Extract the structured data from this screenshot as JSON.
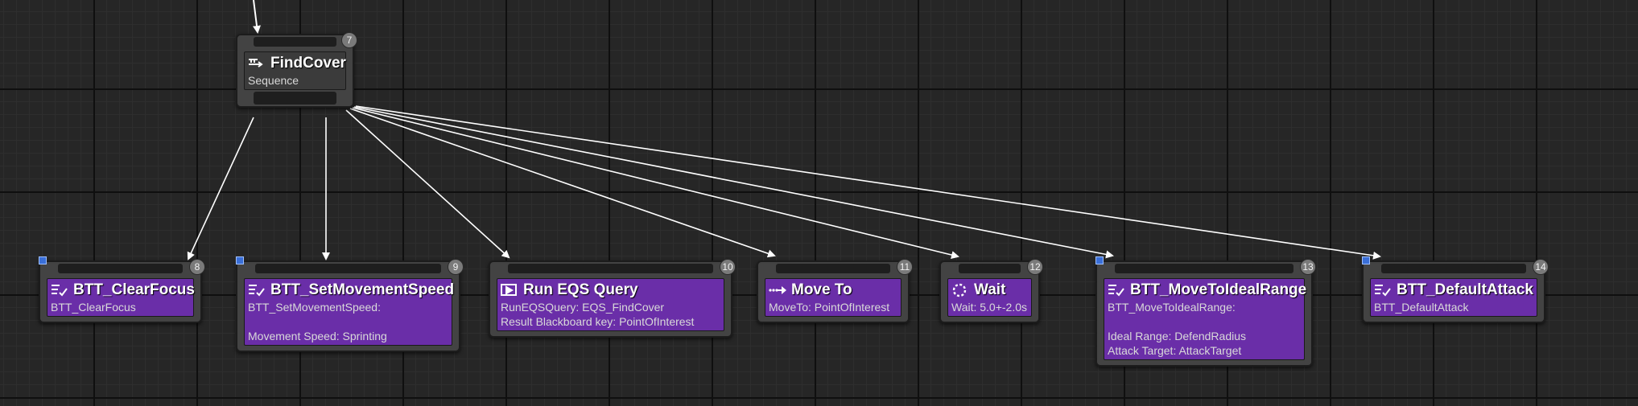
{
  "graph": {
    "root": {
      "title": "FindCover",
      "subtitle": "Sequence",
      "index": "7",
      "icon": "sequence-icon"
    },
    "tasks": [
      {
        "id": "clear-focus",
        "title": "BTT_ClearFocus",
        "lines": "BTT_ClearFocus",
        "index": "8",
        "icon": "blueprint-task-icon"
      },
      {
        "id": "set-movement-speed",
        "title": "BTT_SetMovementSpeed",
        "lines": "BTT_SetMovementSpeed:\n\nMovement Speed: Sprinting",
        "index": "9",
        "icon": "blueprint-task-icon"
      },
      {
        "id": "run-eqs-query",
        "title": "Run EQS Query",
        "lines": "RunEQSQuery: EQS_FindCover\nResult Blackboard key: PointOfInterest",
        "index": "10",
        "icon": "eqs-query-icon"
      },
      {
        "id": "move-to",
        "title": "Move To",
        "lines": "MoveTo: PointOfInterest",
        "index": "11",
        "icon": "move-to-icon"
      },
      {
        "id": "wait",
        "title": "Wait",
        "lines": "Wait: 5.0+-2.0s",
        "index": "12",
        "icon": "wait-icon"
      },
      {
        "id": "move-to-ideal-range",
        "title": "BTT_MoveToIdealRange",
        "lines": "BTT_MoveToIdealRange:\n\nIdeal Range: DefendRadius\nAttack Target: AttackTarget",
        "index": "13",
        "icon": "blueprint-task-icon"
      },
      {
        "id": "default-attack",
        "title": "BTT_DefaultAttack",
        "lines": "BTT_DefaultAttack",
        "index": "14",
        "icon": "blueprint-task-icon"
      }
    ]
  },
  "colors": {
    "task_fill": "#6a2ea8",
    "node_frame": "#434343",
    "wire": "#ffffff",
    "background": "#262626"
  }
}
